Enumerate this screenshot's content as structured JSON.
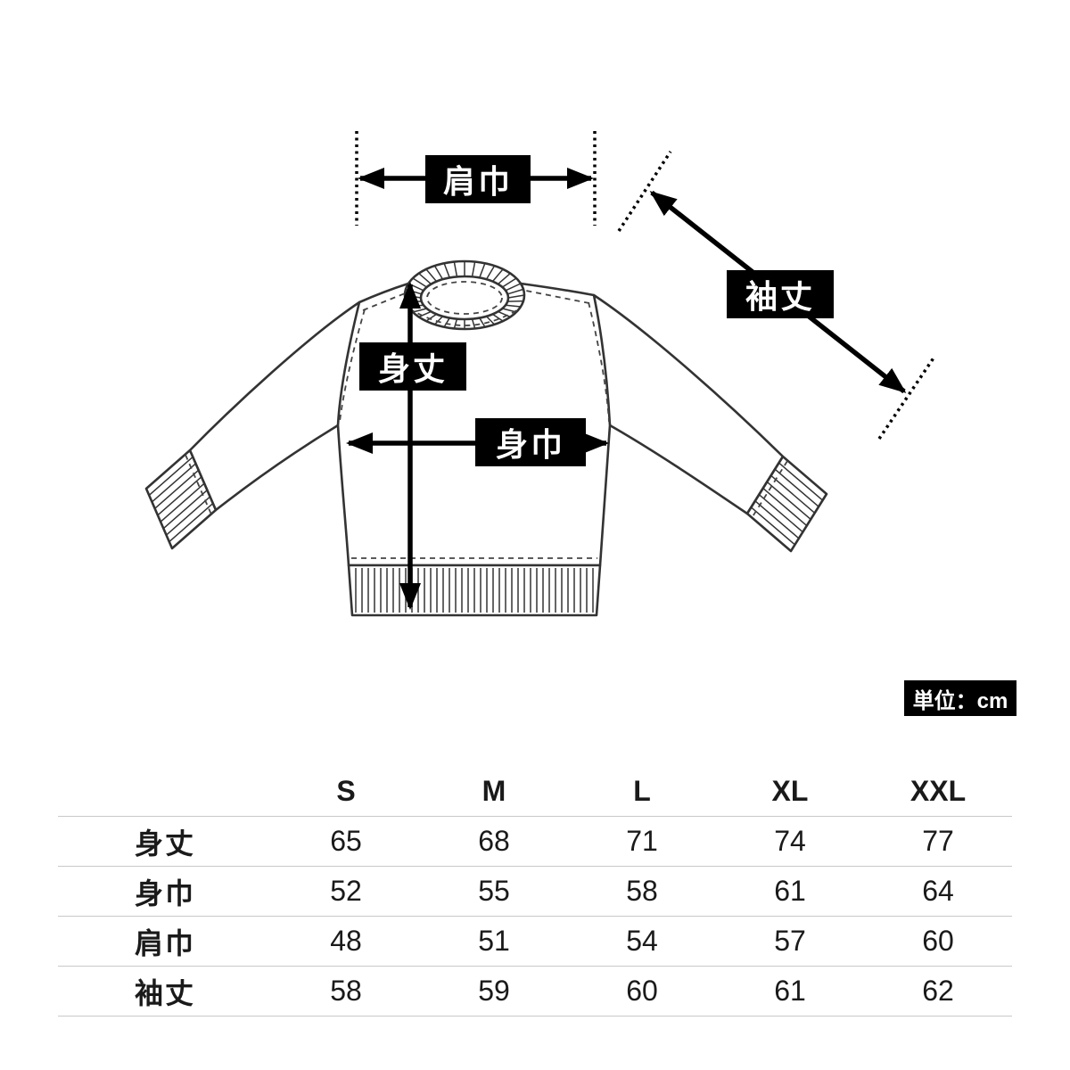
{
  "diagram": {
    "illustration": "sweatshirt-outline",
    "labels": {
      "shoulder_width": "肩巾",
      "sleeve_length": "袖丈",
      "body_length": "身丈",
      "body_width": "身巾"
    },
    "unit_badge": "単位：cm"
  },
  "size_table": {
    "columns": [
      "S",
      "M",
      "L",
      "XL",
      "XXL"
    ],
    "rows": [
      {
        "label": "身丈",
        "values": [
          "65",
          "68",
          "71",
          "74",
          "77"
        ]
      },
      {
        "label": "身巾",
        "values": [
          "52",
          "55",
          "58",
          "61",
          "64"
        ]
      },
      {
        "label": "肩巾",
        "values": [
          "48",
          "51",
          "54",
          "57",
          "60"
        ]
      },
      {
        "label": "袖丈",
        "values": [
          "58",
          "59",
          "60",
          "61",
          "62"
        ]
      }
    ]
  },
  "colors": {
    "accent": "#000000",
    "drawing_line": "#333333",
    "table_divider": "#c9c9c9",
    "background": "#ffffff"
  }
}
